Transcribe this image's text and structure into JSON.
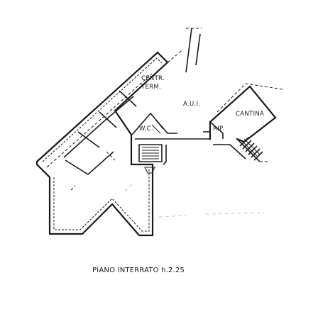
{
  "rooms": {
    "centr": "CENTR.",
    "term": "TERM.",
    "aui": "A.U.I.",
    "cantina": "CANTINA",
    "wc": "W.C.",
    "rip": "RIP."
  },
  "caption": "PIANO INTERRATO h.2.25"
}
